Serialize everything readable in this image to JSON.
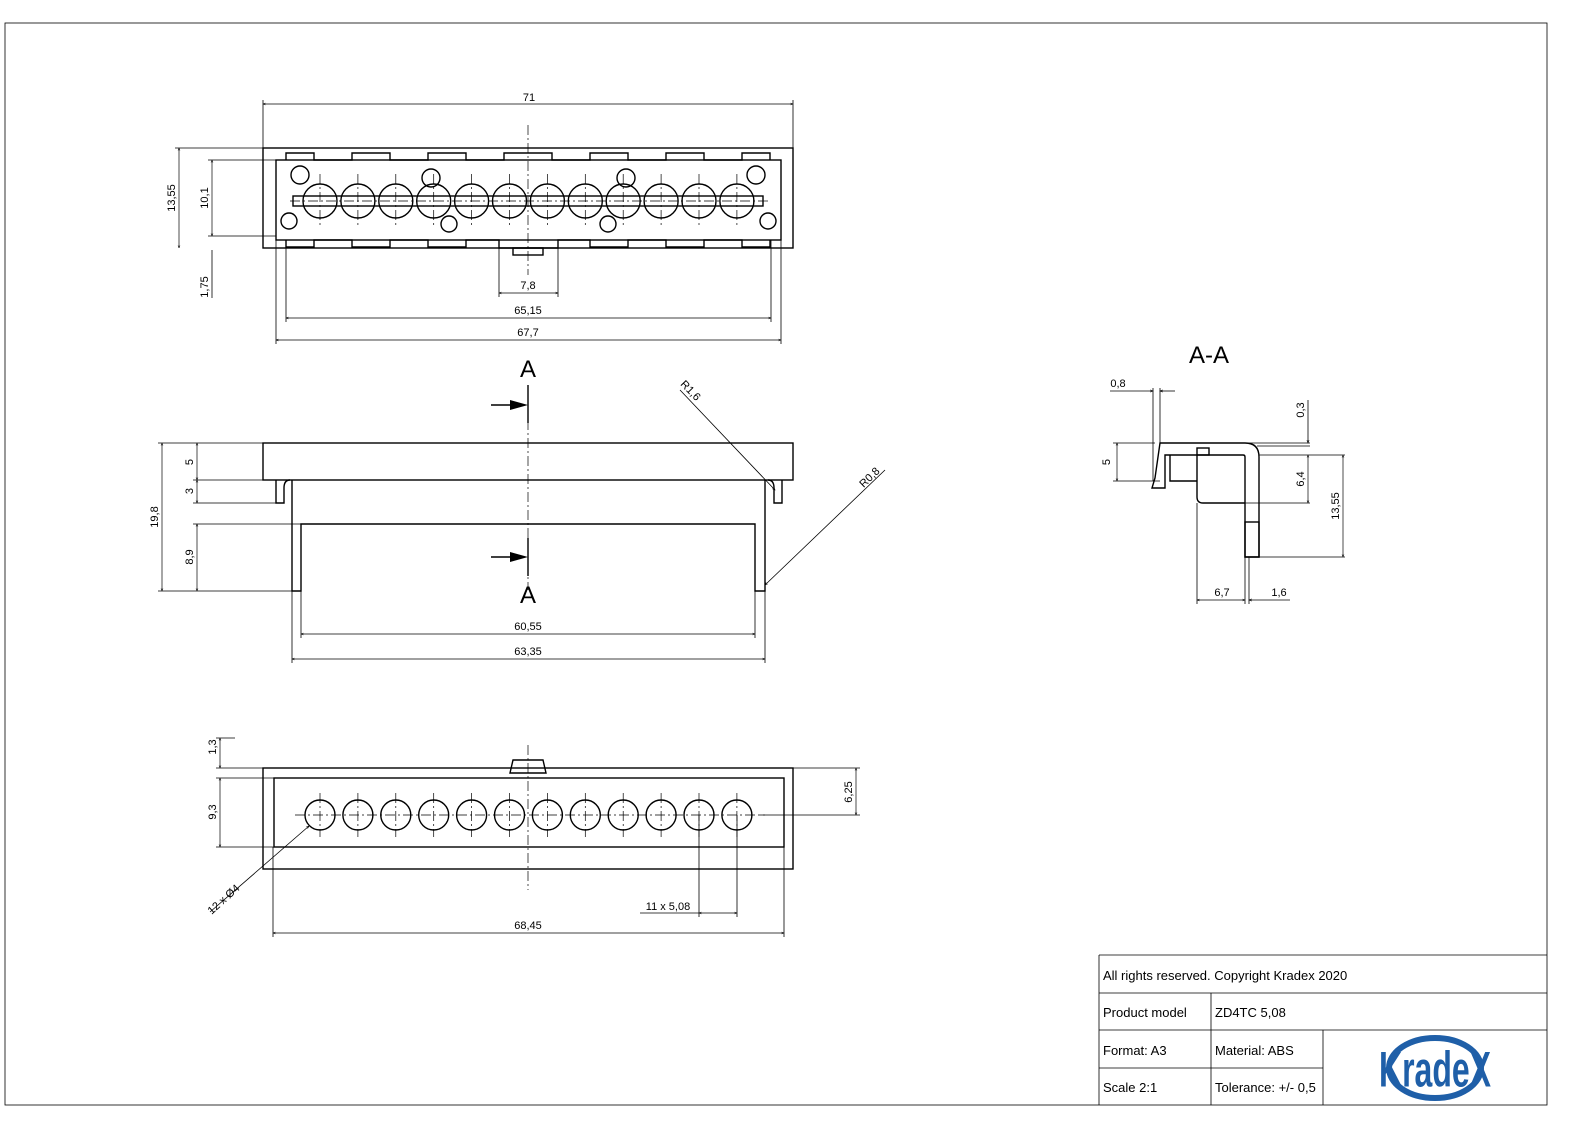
{
  "top_view": {
    "dims": {
      "overall_width": "71",
      "height": "13,55",
      "inner_height": "10,1",
      "tab_offset": "1,75",
      "tab_width": "7,8",
      "inner_width": "65,15",
      "body_width": "67,7"
    }
  },
  "front_view": {
    "section_mark": "A",
    "dims": {
      "total_height": "19,8",
      "top_height": "5",
      "lip": "3",
      "body_height": "8,9",
      "inner_width": "60,55",
      "outer_width": "63,35",
      "radius_1": "R1,6",
      "radius_2": "R0,8"
    }
  },
  "bottom_view": {
    "dims": {
      "tab_height": "1,3",
      "height": "9,3",
      "hole_offset": "6,25",
      "width": "68,45",
      "pitch": "11 x 5,08",
      "holes": "12 x Ø4"
    }
  },
  "section": {
    "title": "A-A",
    "dims": {
      "wall": "0,8",
      "gap": "0,3",
      "top": "5",
      "inner": "6,4",
      "height": "13,55",
      "depth": "6,7",
      "thickness": "1,6"
    }
  },
  "title_block": {
    "copyright": "All rights reserved. Copyright Kradex 2020",
    "product_label": "Product model",
    "product_value": "ZD4TC 5,08",
    "format": "Format: A3",
    "material": "Material: ABS",
    "scale": "Scale 2:1",
    "tolerance": "Tolerance: +/- 0,5",
    "logo_text": "KradeX",
    "logo_color": "#1f5fa8"
  }
}
